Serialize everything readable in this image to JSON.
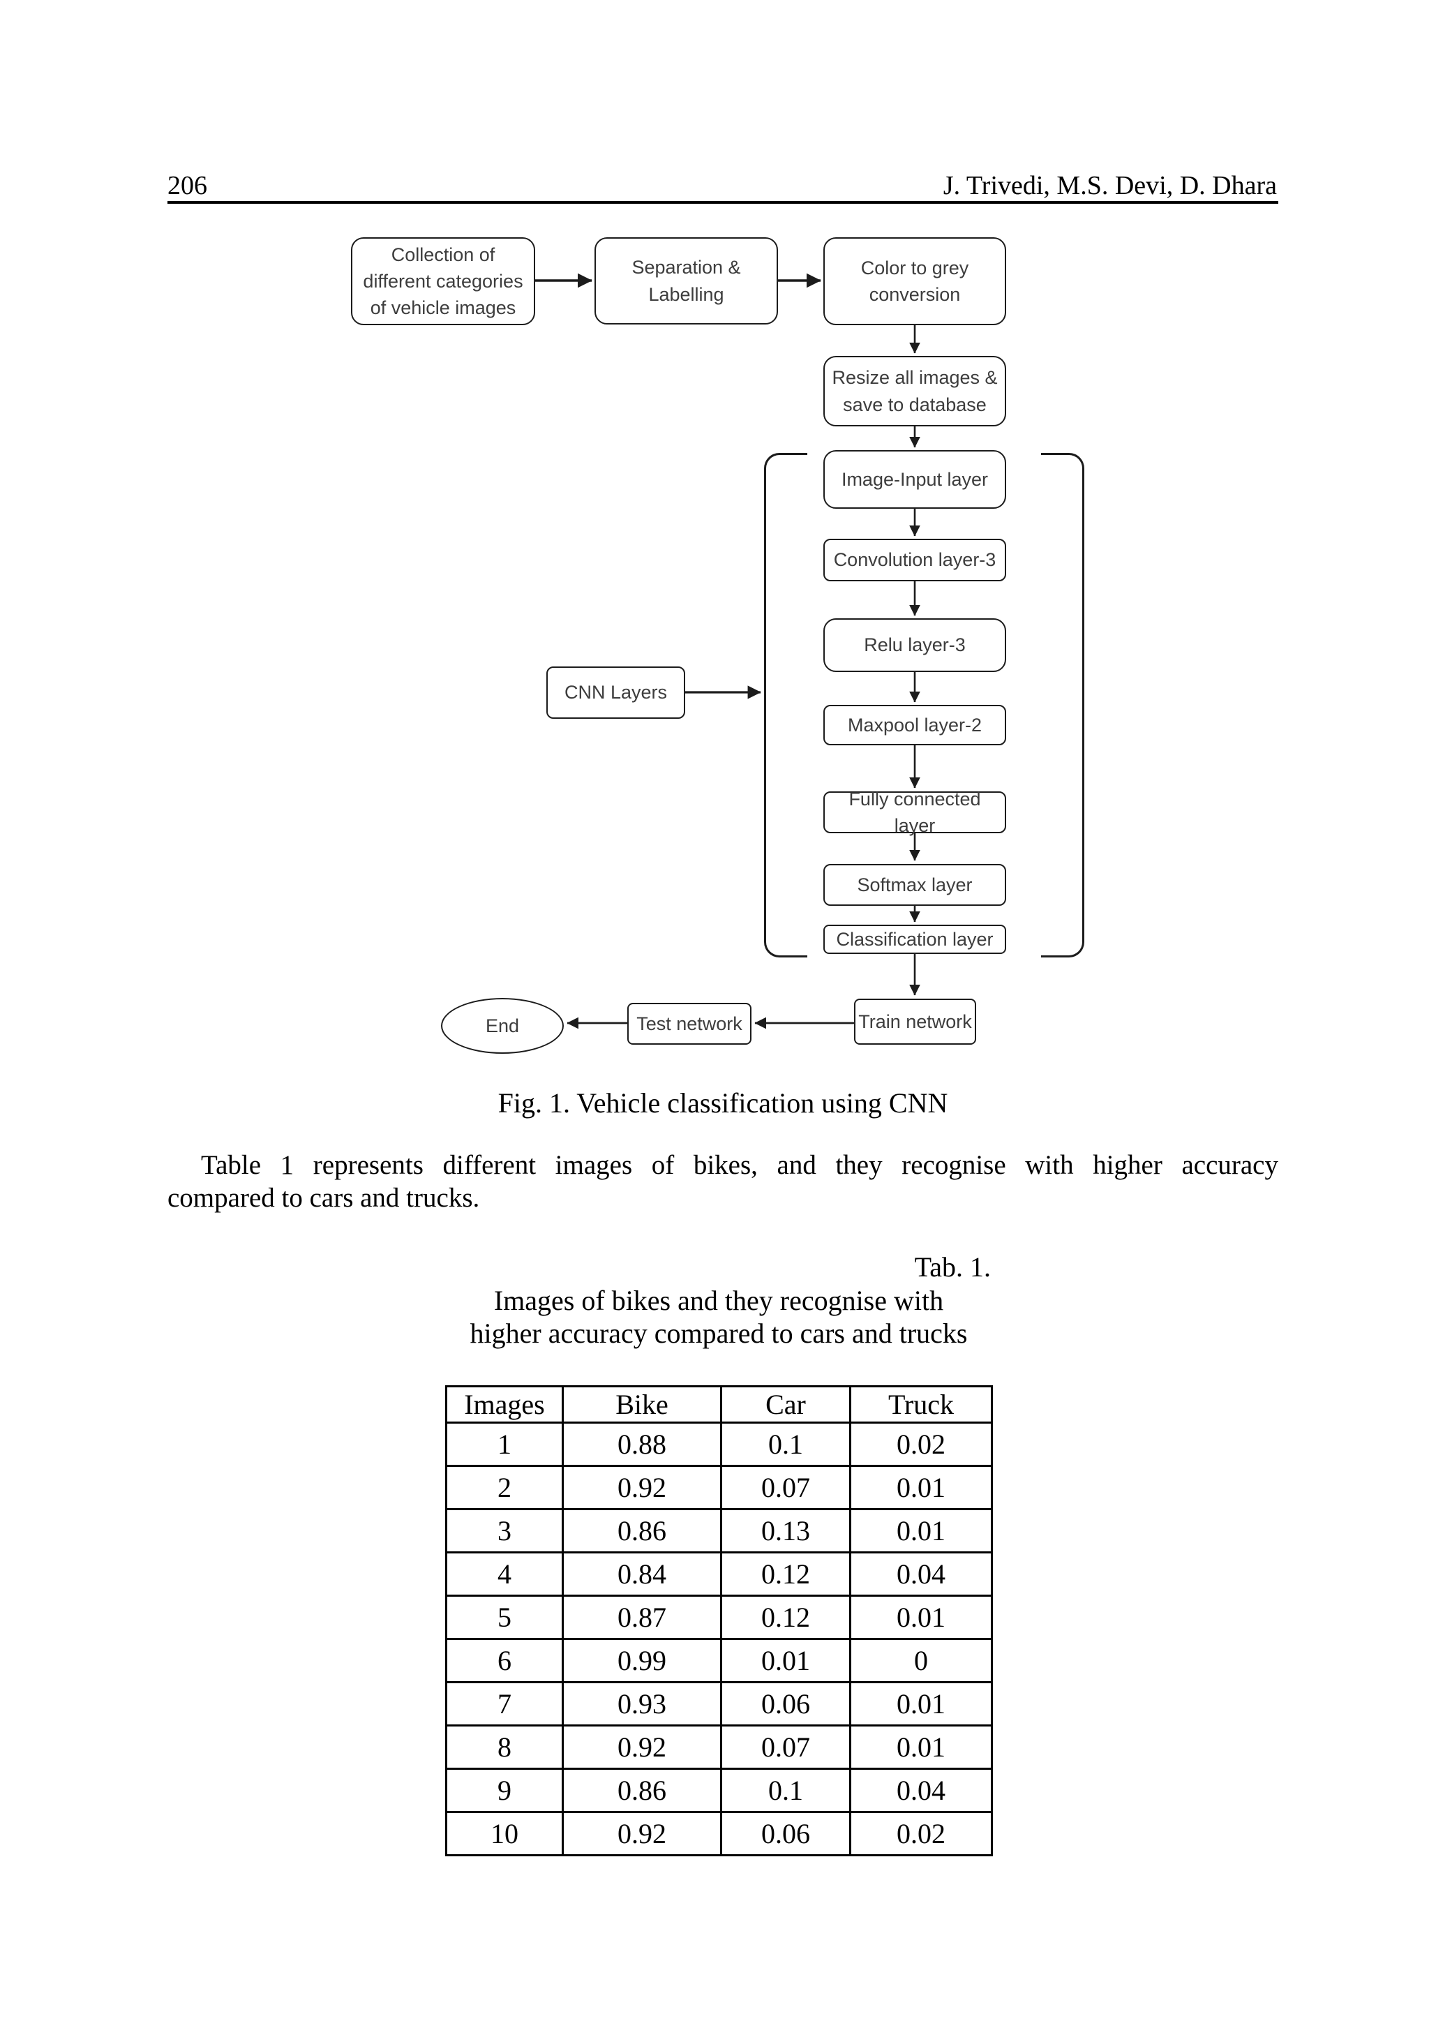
{
  "header": {
    "page_number": "206",
    "authors": "J. Trivedi, M.S. Devi, D. Dhara"
  },
  "figure": {
    "caption": "Fig. 1. Vehicle classification using CNN",
    "nodes": {
      "collection": "Collection of different categories of vehicle images",
      "separation": "Separation & Labelling",
      "color": "Color to grey conversion",
      "resize": "Resize all images & save to database",
      "image_input": "Image-Input layer",
      "convolution": "Convolution layer-3",
      "relu": "Relu layer-3",
      "maxpool": "Maxpool layer-2",
      "fully_connected": "Fully connected layer",
      "softmax": "Softmax layer",
      "classification": "Classification layer",
      "cnn_layers": "CNN Layers",
      "train": "Train network",
      "test": "Test network",
      "end": "End"
    }
  },
  "paragraph": {
    "line1": "Table 1 represents different images of bikes, and they recognise with higher accuracy",
    "line2": "compared to cars and trucks."
  },
  "table": {
    "label": "Tab. 1.",
    "caption_line1": "Images of bikes and they recognise with",
    "caption_line2": "higher accuracy compared to cars and trucks",
    "headers": [
      "Images",
      "Bike",
      "Car",
      "Truck"
    ],
    "rows": [
      [
        "1",
        "0.88",
        "0.1",
        "0.02"
      ],
      [
        "2",
        "0.92",
        "0.07",
        "0.01"
      ],
      [
        "3",
        "0.86",
        "0.13",
        "0.01"
      ],
      [
        "4",
        "0.84",
        "0.12",
        "0.04"
      ],
      [
        "5",
        "0.87",
        "0.12",
        "0.01"
      ],
      [
        "6",
        "0.99",
        "0.01",
        "0"
      ],
      [
        "7",
        "0.93",
        "0.06",
        "0.01"
      ],
      [
        "8",
        "0.92",
        "0.07",
        "0.01"
      ],
      [
        "9",
        "0.86",
        "0.1",
        "0.04"
      ],
      [
        "10",
        "0.92",
        "0.06",
        "0.02"
      ]
    ]
  },
  "colors": {
    "ink": "#000000",
    "box_border": "#1c1c1c",
    "box_text": "#3d3d3d",
    "paper": "#ffffff"
  }
}
